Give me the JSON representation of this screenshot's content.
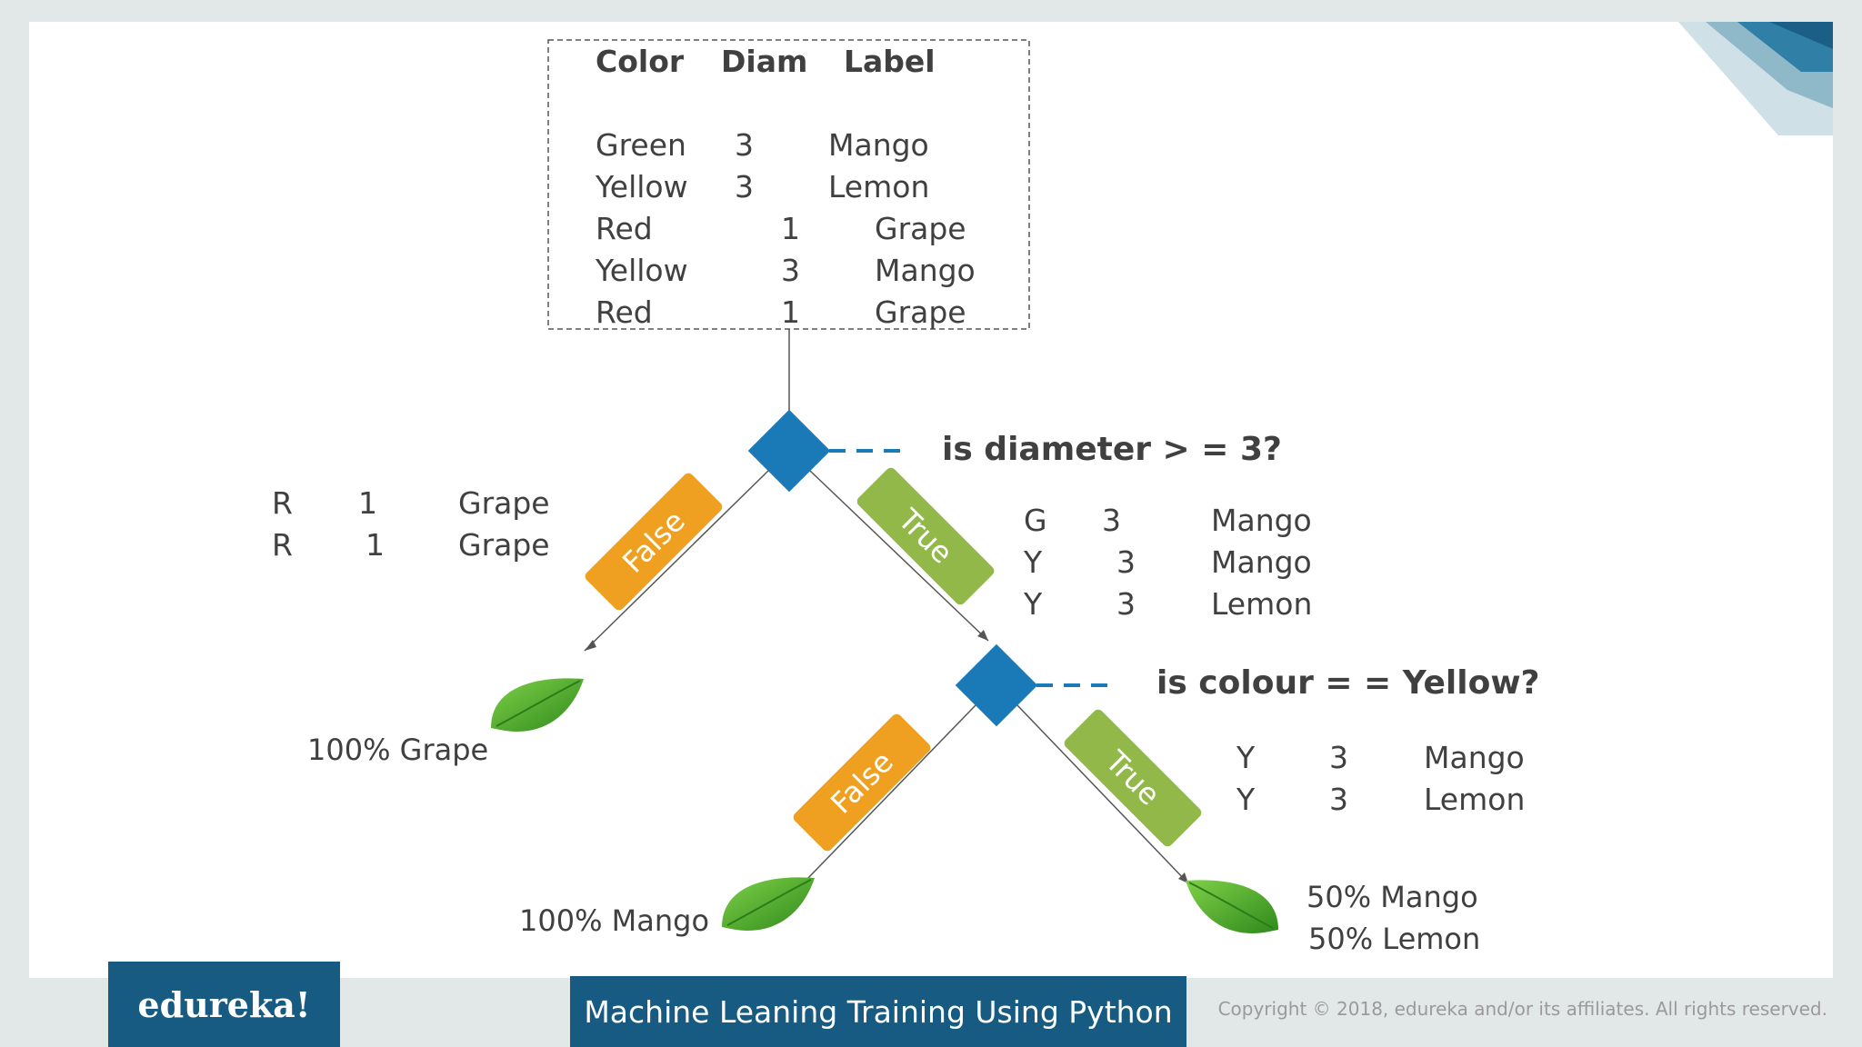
{
  "table": {
    "headers": [
      "Color",
      "Diam",
      "Label"
    ],
    "rows": [
      [
        "Green",
        "3",
        "Mango"
      ],
      [
        "Yellow",
        "3",
        "Lemon"
      ],
      [
        "Red",
        "1",
        "Grape"
      ],
      [
        "Yellow",
        "3",
        "Mango"
      ],
      [
        "Red",
        "1",
        "Grape"
      ]
    ]
  },
  "nodes": {
    "q1": "is diameter > = 3?",
    "q2": "is colour = = Yellow?"
  },
  "branches": {
    "false_label": "False",
    "true_label": "True"
  },
  "left_subset": [
    [
      "R",
      "1",
      "Grape"
    ],
    [
      "R",
      "1",
      "Grape"
    ]
  ],
  "right_subset": [
    [
      "G",
      "3",
      "Mango"
    ],
    [
      "Y",
      "3",
      "Mango"
    ],
    [
      "Y",
      "3",
      "Lemon"
    ]
  ],
  "yellow_subset": [
    [
      "Y",
      "3",
      "Mango"
    ],
    [
      "Y",
      "3",
      "Lemon"
    ]
  ],
  "leaves": {
    "grape": "100% Grape",
    "mango": "100% Mango",
    "mixed_1": "50% Mango",
    "mixed_2": "50% Lemon"
  },
  "footer": {
    "logo": "edureka!",
    "course": "Machine Leaning Training Using Python",
    "copyright": "Copyright © 2018, edureka and/or its affiliates. All rights reserved."
  },
  "colors": {
    "node": "#1a7ab8",
    "false_badge": "#f0a020",
    "true_badge": "#93b84a",
    "leaf": "#4da82a",
    "footer_bg": "#175a82"
  }
}
